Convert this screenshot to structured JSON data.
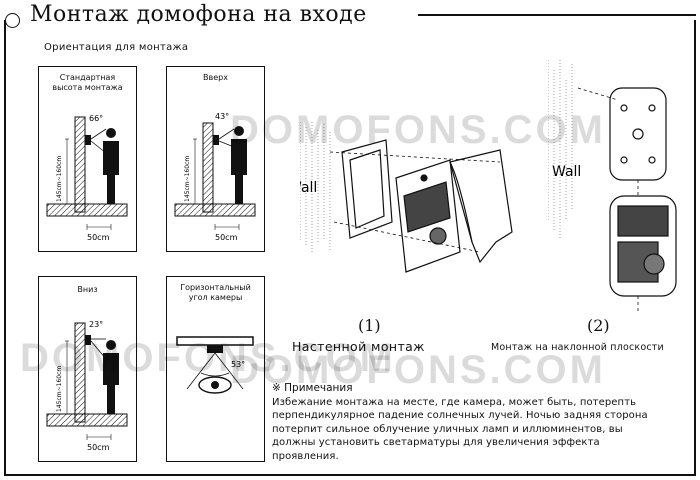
{
  "page": {
    "title": "Монтаж домофона на входе",
    "orientation_label": "Ориентация для монтажа"
  },
  "panels": {
    "standard": {
      "label_line1": "Стандартная",
      "label_line2": "высота монтажа",
      "angle": "66°",
      "height": "145cm~160cm",
      "distance": "50cm"
    },
    "up": {
      "label": "Вверх",
      "angle": "43°",
      "height": "145cm~160cm",
      "distance": "50cm"
    },
    "down": {
      "label": "Вниз",
      "angle": "23°",
      "height": "145cm~160cm",
      "distance": "50cm"
    },
    "horizontal": {
      "label_line1": "Горизонтальный",
      "label_line2": "угол камеры",
      "angle": "53°"
    }
  },
  "figures": {
    "fig1": {
      "wall_label": "Wall",
      "number": "(1)",
      "caption": "Настенной монтаж"
    },
    "fig2": {
      "wall_label": "Wall",
      "number": "(2)",
      "caption": "Монтаж на наклонной плоскости"
    }
  },
  "notes": {
    "title": "※ Примечания",
    "lines": [
      "Избежание монтажа на месте, где камера, может быть, потерепть",
      "перпендикулярное падение солнечных лучей. Ночью задняя сторона",
      "потерпит сильное облучение уличных ламп и иллюминентов, вы",
      "должны установить светарматуры для увеличения эффекта",
      "проявления."
    ]
  },
  "watermark": {
    "text": "DOMOFONS.COM"
  }
}
